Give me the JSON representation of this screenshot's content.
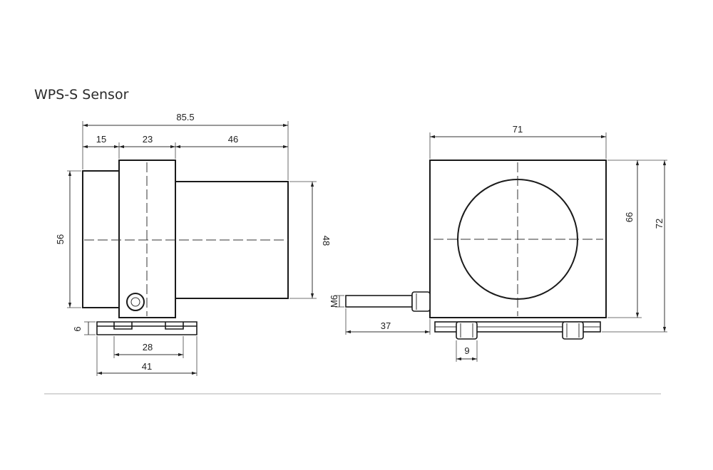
{
  "title": "WPS-S Sensor",
  "side_view": {
    "dims": {
      "overall_length": "85.5",
      "flange": "15",
      "clamp": "23",
      "body": "46",
      "flange_height": "56",
      "body_height": "48",
      "rail_height": "6",
      "rail_inner": "28",
      "rail_outer": "41"
    }
  },
  "front_view": {
    "dims": {
      "width": "71",
      "inner_height": "66",
      "outer_height": "72",
      "thread": "M6",
      "shaft_length": "37",
      "clip_width": "9"
    }
  }
}
